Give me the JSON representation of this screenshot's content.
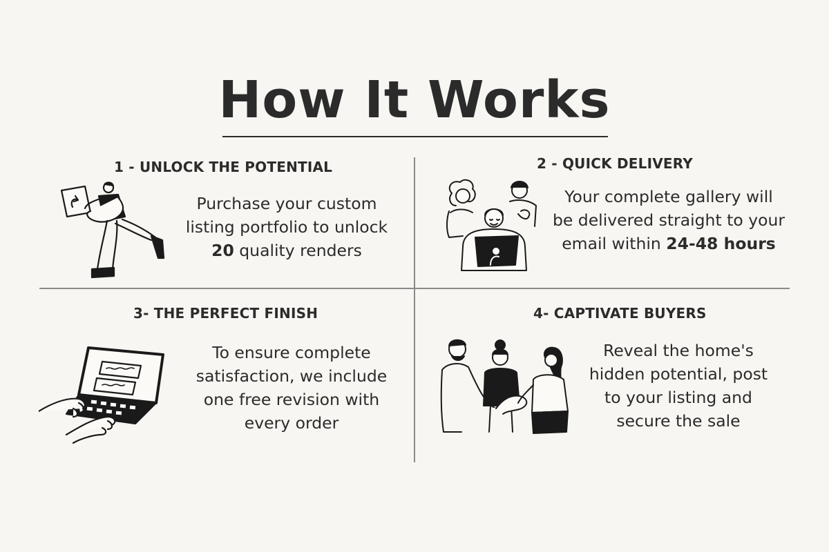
{
  "title": "How It Works",
  "steps": [
    {
      "heading": "1 - UNLOCK THE POTENTIAL",
      "line1": "Purchase your custom",
      "line2": "listing portfolio to unlock",
      "line3_bold": "20",
      "line3_rest": " quality renders",
      "illustration": "person-carrying-document-icon"
    },
    {
      "heading": "2 - QUICK DELIVERY",
      "line1": "Your complete gallery will",
      "line2": "be delivered straight to your",
      "line3_pre": "email within ",
      "line3_bold": "24-48 hours",
      "illustration": "team-around-laptop-icon"
    },
    {
      "heading": "3- THE PERFECT FINISH",
      "line1": "To ensure complete",
      "line2": "satisfaction, we include",
      "line3": "one free revision with",
      "line4": "every order",
      "illustration": "hands-typing-laptop-icon"
    },
    {
      "heading": "4- CAPTIVATE BUYERS",
      "line1": "Reveal the home's",
      "line2": "hidden potential, post",
      "line3": "to your listing and",
      "line4": "secure the sale",
      "illustration": "people-handshake-icon"
    }
  ],
  "colors": {
    "background": "#f8f6f2",
    "text": "#2b2b2b",
    "divider": "#8a8a8a"
  }
}
